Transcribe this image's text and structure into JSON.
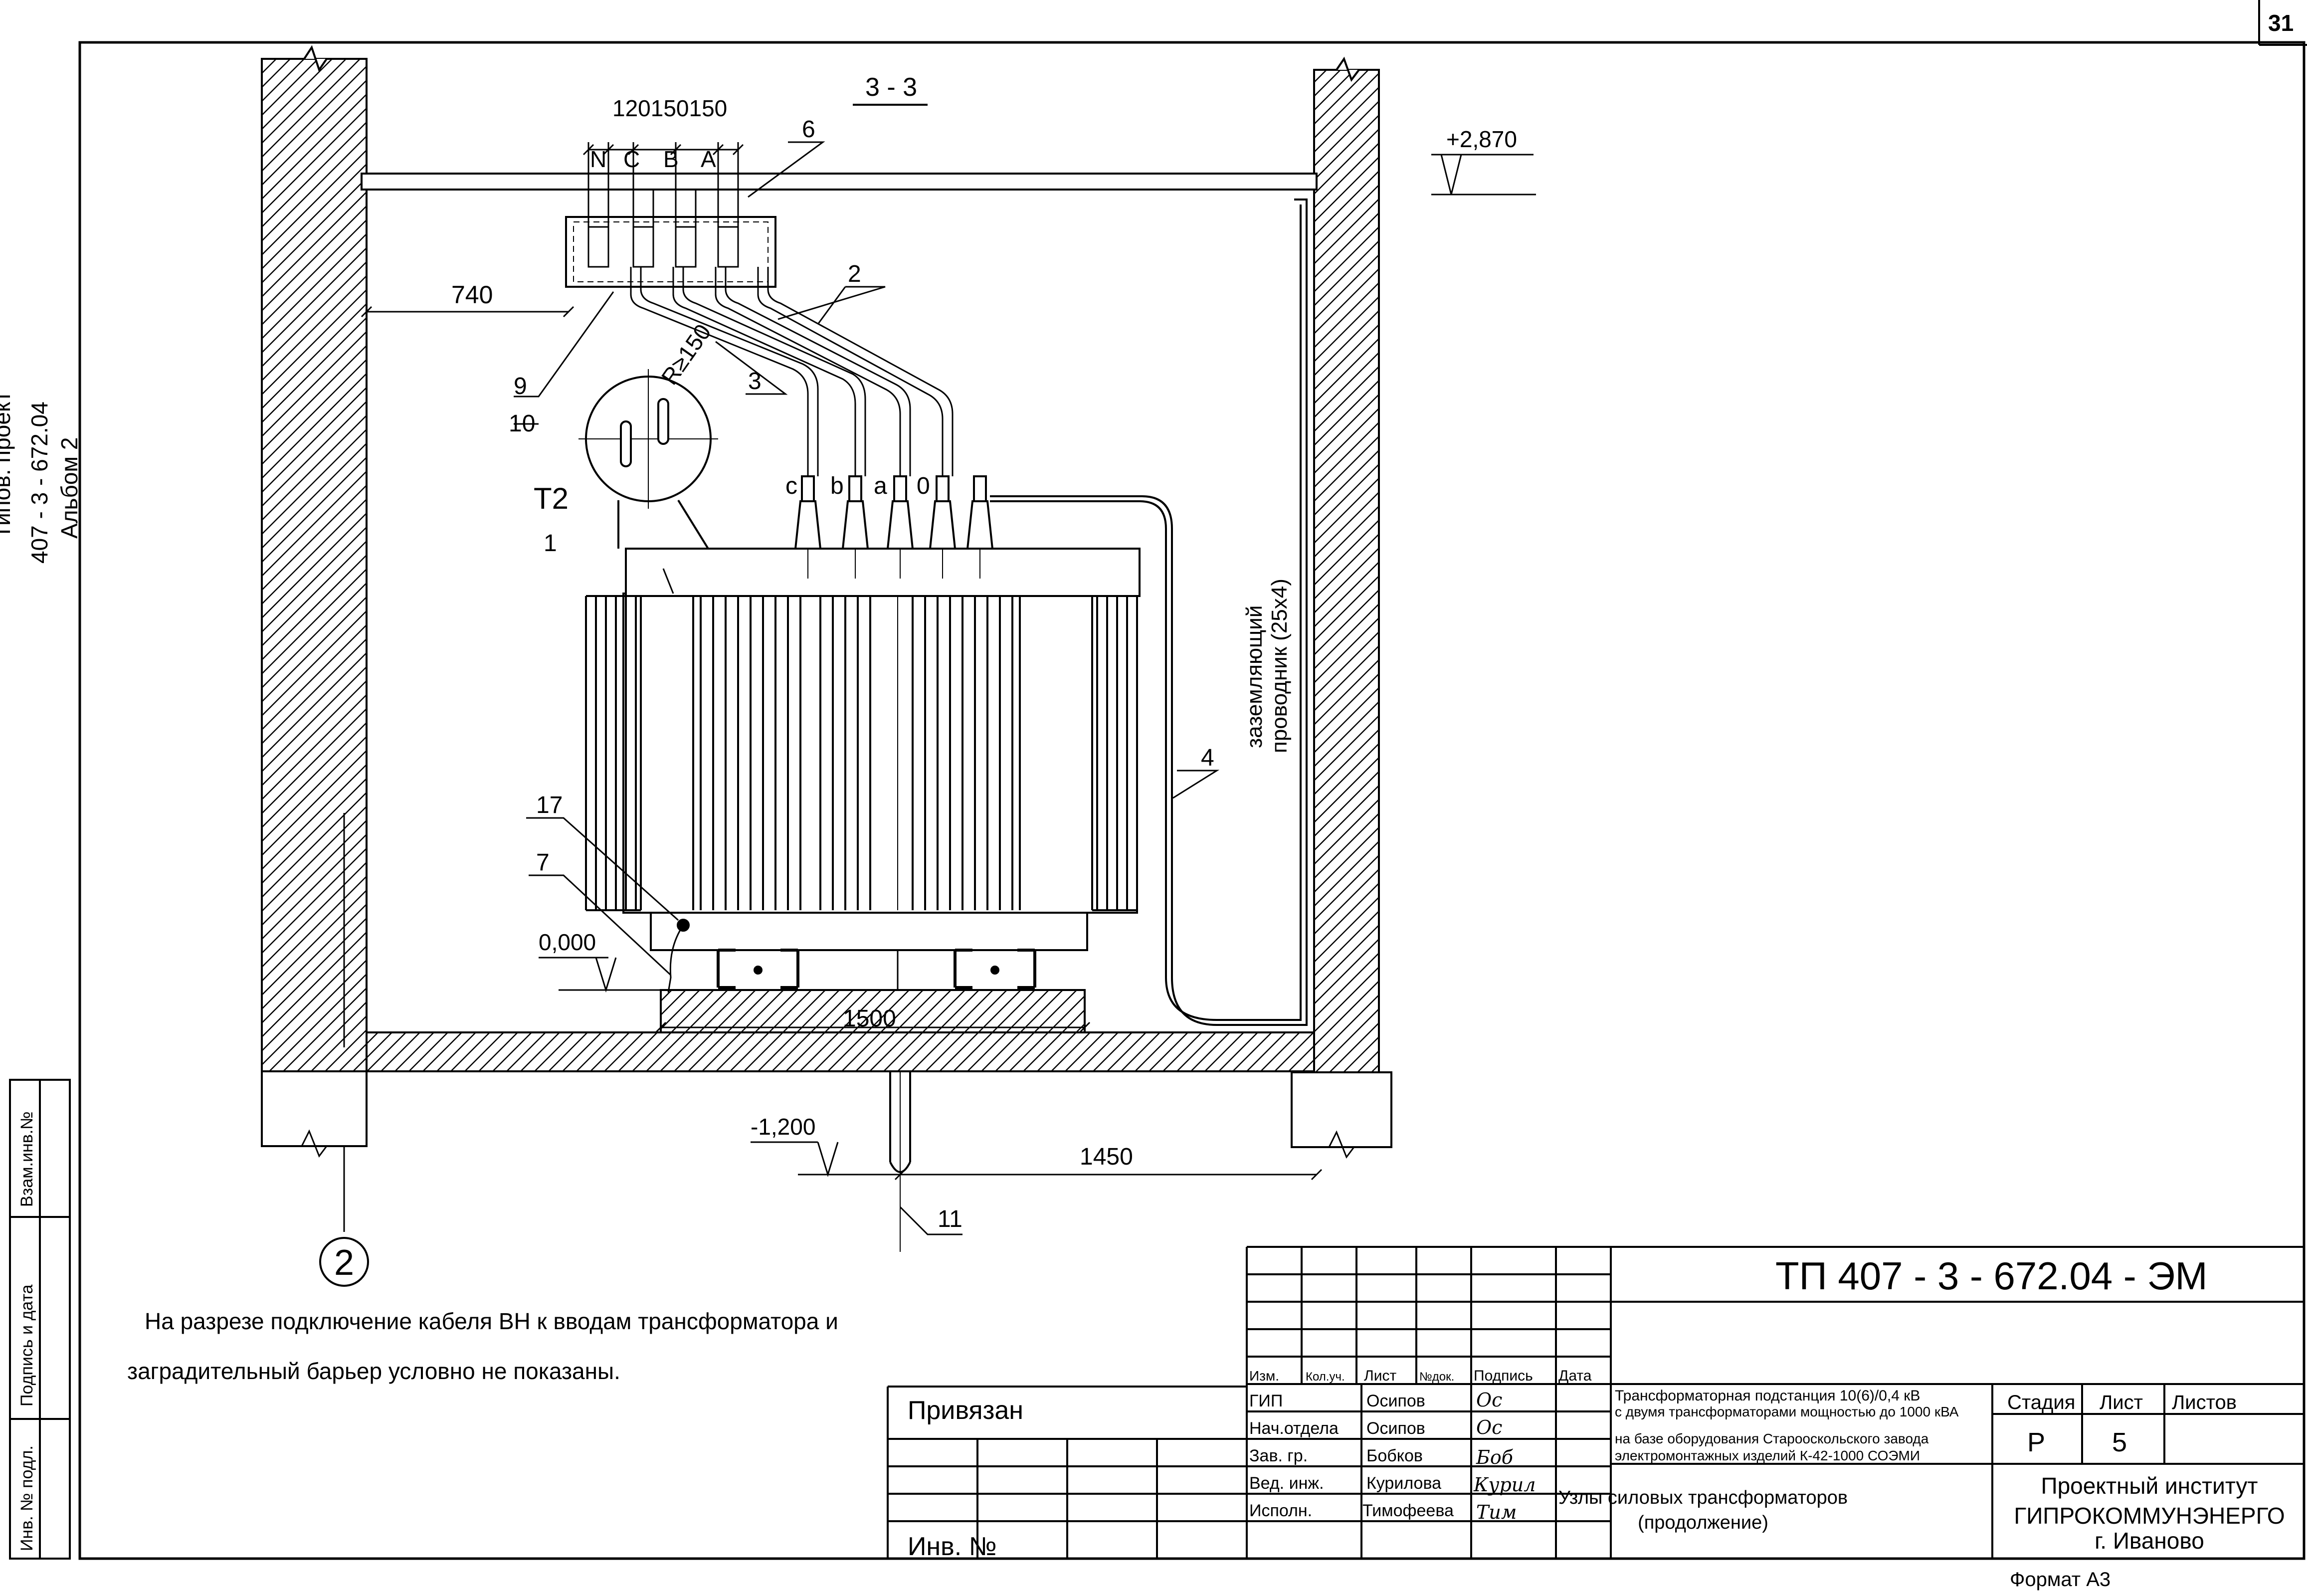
{
  "page_number": "31",
  "section_label": "3 - 3",
  "left_margin": {
    "project_line1": "Типов. проект",
    "project_line2": "407 - 3 - 672.04",
    "project_line3": "Альбом 2",
    "stamp_inv_podl": "Инв. № подл.",
    "stamp_sign_date": "Подпись и дата",
    "stamp_vzam_inv": "Взам.инв.№"
  },
  "dimensions": {
    "busbar_spacing": "120150150",
    "wall_to_box": "740",
    "bend_radius": "R≥150",
    "foundation_width": "1500",
    "cable_to_wall": "1450"
  },
  "elevations": {
    "ceiling": "+2,870",
    "floor": "0,000",
    "cable_channel": "-1,200"
  },
  "phases": [
    "N",
    "C",
    "B",
    "A"
  ],
  "terminals": [
    "c",
    "b",
    "a",
    "0"
  ],
  "transformer_label": "T2",
  "ground_conductor": {
    "line1": "заземляющий",
    "line2": "проводник (25x4)"
  },
  "callouts": [
    "1",
    "2",
    "3",
    "4",
    "6",
    "7",
    "9",
    "10",
    "11",
    "17"
  ],
  "axis_marker": "2",
  "note_line1": "На разрезе  подключение кабеля ВН к вводам трансформатора и",
  "note_line2": "заградительный барьер условно не показаны.",
  "title_block": {
    "doc_code": "ТП  407 - 3 - 672.04 - ЭМ",
    "col_izm": "Изм.",
    "col_kol": "Кол.уч.",
    "col_list": "Лист",
    "col_ndok": "№док.",
    "col_podpis": "Подпись",
    "col_data": "Дата",
    "roles": [
      "ГИП",
      "Нач.отдела",
      "Зав. гр.",
      "Вед. инж.",
      "Исполн."
    ],
    "names": [
      "Осипов",
      "Осипов",
      "Бобков",
      "Курилова",
      "Тимофеева"
    ],
    "signatures": [
      "Ос",
      "Ос",
      "Боб",
      "Курил",
      "Тим"
    ],
    "project_desc": [
      "Трансформаторная подстанция 10(6)/0,4 кВ",
      "с двумя трансформаторами мощностью до 1000 кВА",
      "на базе оборудования Старооскольского завода",
      "электромонтажных изделий К-42-1000 СОЭМИ"
    ],
    "stage_label": "Стадия",
    "sheet_label": "Лист",
    "sheets_label": "Листов",
    "stage_value": "Р",
    "sheet_value": "5",
    "sheets_value": "",
    "sheet_title_1": "Узлы силовых трансформаторов",
    "sheet_title_2": "(продолжение)",
    "org_1": "Проектный институт",
    "org_2": "ГИПРОКОММУНЭНЕРГО",
    "org_3": "г. Иваново",
    "privyazan": "Привязан",
    "inv_no": "Инв. №",
    "format": "Формат А3"
  }
}
